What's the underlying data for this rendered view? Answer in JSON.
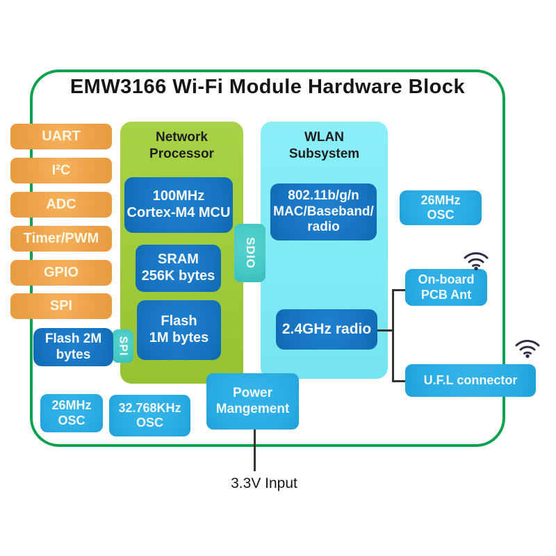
{
  "title": "EMW3166 Wi-Fi Module Hardware Block",
  "peripherals": [
    "UART",
    "I²C",
    "ADC",
    "Timer/PWM",
    "GPIO",
    "SPI"
  ],
  "flash2m": {
    "line1": "Flash 2M",
    "line2": "bytes"
  },
  "buses": {
    "spi": "SPI",
    "sdio": "SDIO"
  },
  "network_processor": {
    "title1": "Network",
    "title2": "Processor",
    "mcu1": "100MHz",
    "mcu2": "Cortex-M4 MCU",
    "sram1": "SRAM",
    "sram2": "256K bytes",
    "flash1": "Flash",
    "flash2": "1M bytes"
  },
  "wlan": {
    "title1": "WLAN",
    "title2": "Subsystem",
    "mac1": "802.11b/g/n",
    "mac2": "MAC/Baseband/",
    "mac3": "radio",
    "radio": "2.4GHz radio"
  },
  "right_column": {
    "osc_line1": "26MHz",
    "osc_line2": "OSC",
    "ant_line1": "On-board",
    "ant_line2": "PCB Ant",
    "ufl": "U.F.L connector"
  },
  "bottom_row": {
    "osc26_line1": "26MHz",
    "osc26_line2": "OSC",
    "osc32_line1": "32.768KHz",
    "osc32_line2": "OSC",
    "power_line1": "Power",
    "power_line2": "Mangement",
    "input_label": "3.3V Input"
  },
  "icons": {
    "antenna1": "wifi-icon",
    "antenna2": "wifi-icon"
  },
  "colors": {
    "border_green": "#09A14E",
    "orange": "#F0A44C",
    "dark_blue": "#1573BF",
    "bright_blue": "#29ABE2",
    "teal": "#44C8C5",
    "lime_green": "#9FCB3B",
    "cyan": "#7EEAF5",
    "line": "#333333"
  }
}
